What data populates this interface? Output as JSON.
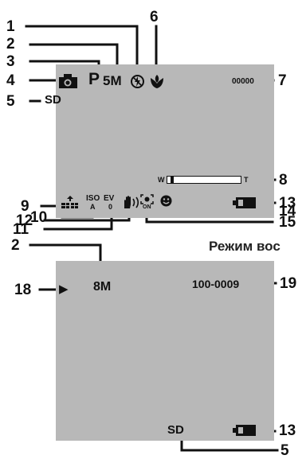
{
  "callouts_top": {
    "n1": "1",
    "n2": "2",
    "n3": "3",
    "n4": "4",
    "n5": "5",
    "n6": "6",
    "n7": "7",
    "n8": "8",
    "n9": "9",
    "n10": "10",
    "n11": "11",
    "n12": "12",
    "n13": "13",
    "n14": "14",
    "n15": "15"
  },
  "callouts_bottom": {
    "n2": "2",
    "n18": "18",
    "n19": "19",
    "n13": "13",
    "n5": "5"
  },
  "playback_heading": "Режим вос",
  "top_screen": {
    "mode_letter": "P",
    "resolution": "5M",
    "storage": "SD",
    "counter": "00000",
    "zoom_wide": "W",
    "zoom_tele": "T",
    "iso_label": "ISO",
    "iso_value": "A",
    "ev_label": "EV",
    "ev_value": "0",
    "face_on": "ON",
    "icons": {
      "camera": "camera-icon",
      "flash_off": "flash-off-icon",
      "macro": "macro-flower-icon",
      "quality": "quality-stars-icon",
      "stabilizer": "hand-shake-icon",
      "face_detect": "face-detect-icon",
      "smile": "smile-icon",
      "battery": "battery-icon"
    }
  },
  "bottom_screen": {
    "play": "▶",
    "resolution": "8M",
    "file_number": "100-0009",
    "storage": "SD",
    "icons": {
      "battery": "battery-icon"
    }
  },
  "colors": {
    "screen": "#b8b8b8",
    "ink": "#111111"
  }
}
